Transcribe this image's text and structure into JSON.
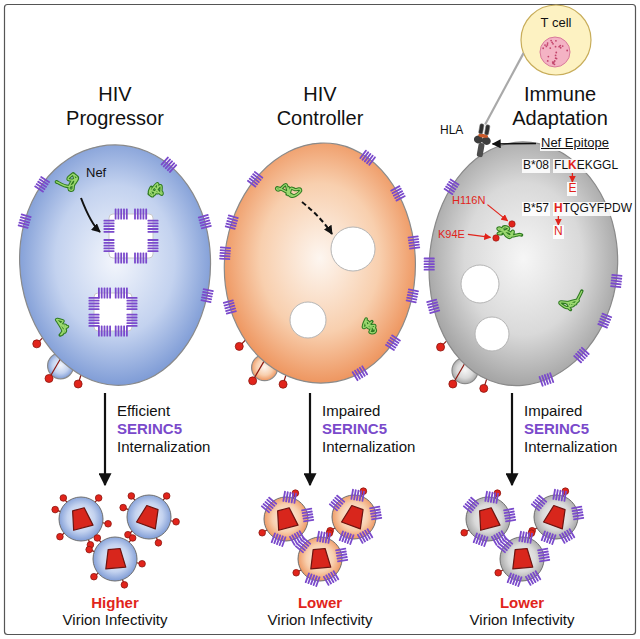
{
  "diagram": {
    "nodes": [
      {
        "text": [
          "HIV Progressor"
        ]
      },
      {
        "text": [
          "HIV Controller"
        ]
      },
      {
        "text": [
          "Immune Adaptation"
        ]
      },
      {
        "text": [
          "T cell"
        ]
      },
      {
        "text": [
          "Higher Virion Infectivity"
        ]
      },
      {
        "text": [
          "Lower Virion Infectivity"
        ]
      },
      {
        "text": [
          "Lower Virion Infectivity"
        ]
      }
    ],
    "edges": [
      {
        "from": 0,
        "to": 4,
        "arrow": "to",
        "label": "Efficient SERINC5 Internalization"
      },
      {
        "from": 1,
        "to": 5,
        "arrow": "to",
        "label": "Impaired SERINC5 Internalization"
      },
      {
        "from": 2,
        "to": 6,
        "arrow": "to",
        "label": "Impaired SERINC5 Internalization"
      }
    ],
    "labels": [
      "Nef",
      "H116N",
      "K94E",
      "HLA",
      "Nef Epitope",
      "B*08",
      "FLKEKGGL",
      "E",
      "B*57",
      "HTQGYFPDW",
      "N"
    ]
  }
}
